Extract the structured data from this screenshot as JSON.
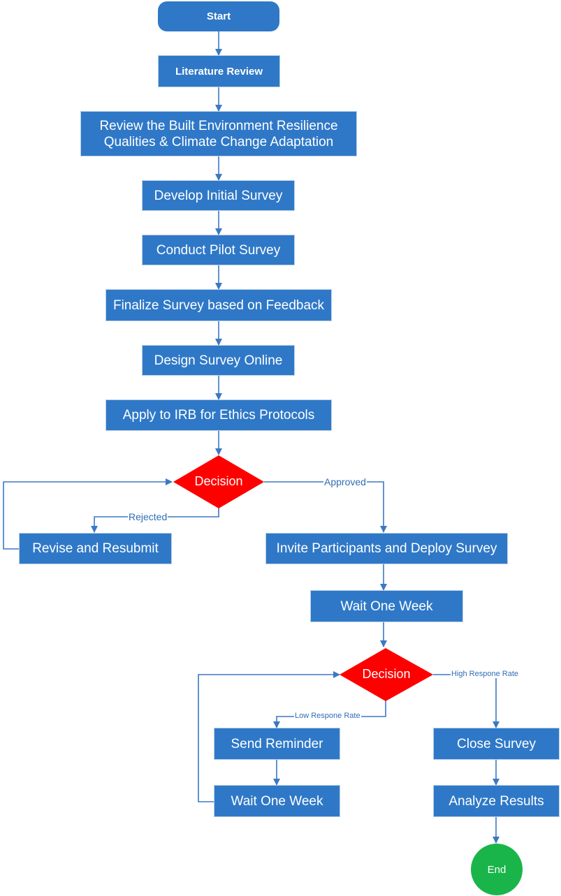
{
  "colors": {
    "process": "#2f78c7",
    "terminal": "#2f78c7",
    "decision": "#ff0000",
    "end": "#19b54a",
    "connector": "#3c78c3",
    "label": "#2f6db5"
  },
  "nodes": {
    "start": "Start",
    "literature_review": "Literature Review",
    "review_built_env": "Review the Built Environment Resilience Qualities & Climate Change Adaptation",
    "develop_survey": "Develop Initial Survey",
    "pilot_survey": "Conduct Pilot Survey",
    "finalize_survey": "Finalize Survey based on Feedback",
    "design_online": "Design Survey Online",
    "apply_irb": "Apply to IRB for Ethics Protocols",
    "decision_1": "Decision",
    "revise_resubmit": "Revise and Resubmit",
    "invite_deploy": "Invite Participants and Deploy Survey",
    "wait_week_1": "Wait One Week",
    "decision_2": "Decision",
    "send_reminder": "Send Reminder",
    "wait_week_2": "Wait One Week",
    "close_survey": "Close Survey",
    "analyze_results": "Analyze Results",
    "end": "End"
  },
  "edge_labels": {
    "approved": "Approved",
    "rejected": "Rejected",
    "high_response": "High Respone Rate",
    "low_response": "Low Respone Rate"
  }
}
